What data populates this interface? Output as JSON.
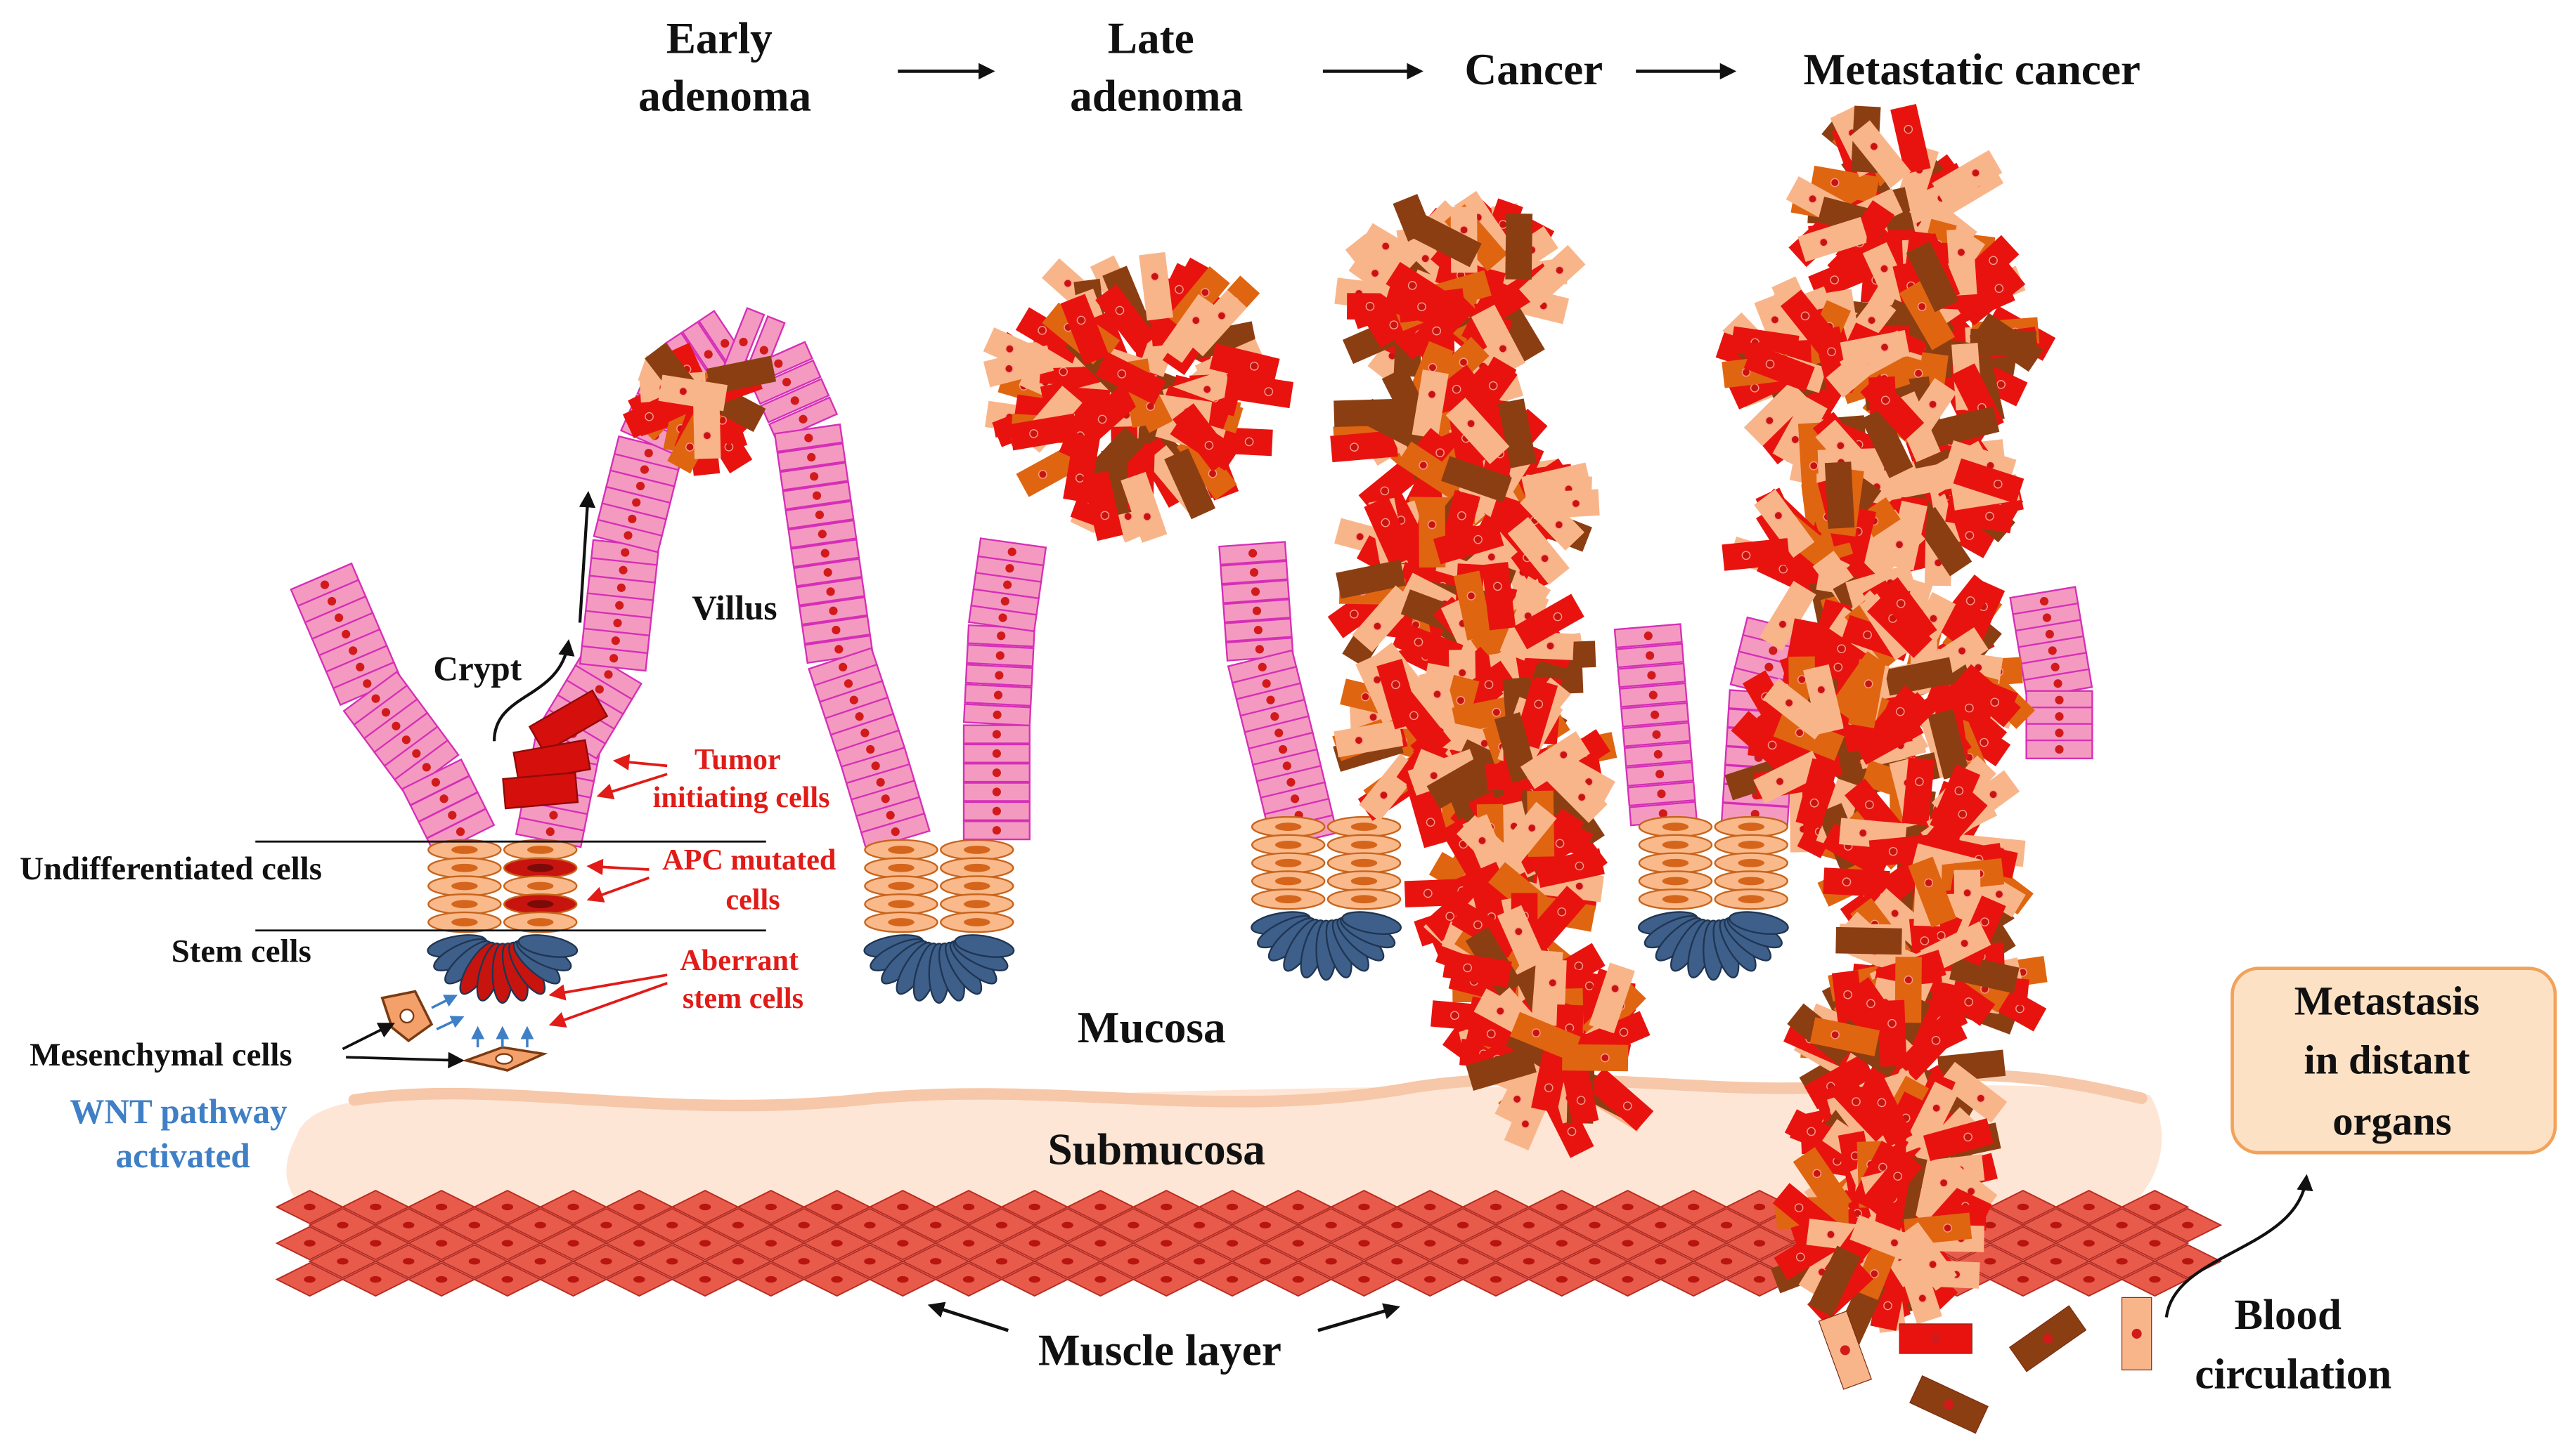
{
  "stages": {
    "early_line1": "Early",
    "early_line2": "adenoma",
    "late_line1": "Late",
    "late_line2": "adenoma",
    "cancer": "Cancer",
    "metastatic": "Metastatic cancer"
  },
  "labels": {
    "villus": "Villus",
    "crypt": "Crypt",
    "tumor_line1": "Tumor",
    "tumor_line2": "initiating cells",
    "apc_line1": "APC mutated",
    "apc_line2": "cells",
    "aberrant_line1": "Aberrant",
    "aberrant_line2": "stem cells",
    "undifferentiated": "Undifferentiated cells",
    "stem": "Stem cells",
    "mesenchymal": "Mesenchymal cells",
    "wnt_line1": "WNT pathway",
    "wnt_line2": "activated",
    "mucosa": "Mucosa",
    "submucosa": "Submucosa",
    "muscle": "Muscle layer",
    "blood_line1": "Blood",
    "blood_line2": "circulation",
    "metastasis_line1": "Metastasis",
    "metastasis_line2": "in distant",
    "metastasis_line3": "organs"
  },
  "colors": {
    "epithelium": "#f49ac1",
    "epithelium_border": "#d62fb6",
    "undifferentiated": "#f9b98a",
    "stem": "#3e5f8a",
    "tumor_red": "#e8130f",
    "tumor_peach": "#f9b58a",
    "tumor_brown": "#8b3e12",
    "tumor_orange": "#e06510",
    "submucosa": "#fde6d6",
    "muscle": "#e85a4a",
    "callout_text": "#e11b17",
    "wnt_text": "#3f7fc6",
    "box_fill": "#fde1c4",
    "box_border": "#f3a25a"
  }
}
